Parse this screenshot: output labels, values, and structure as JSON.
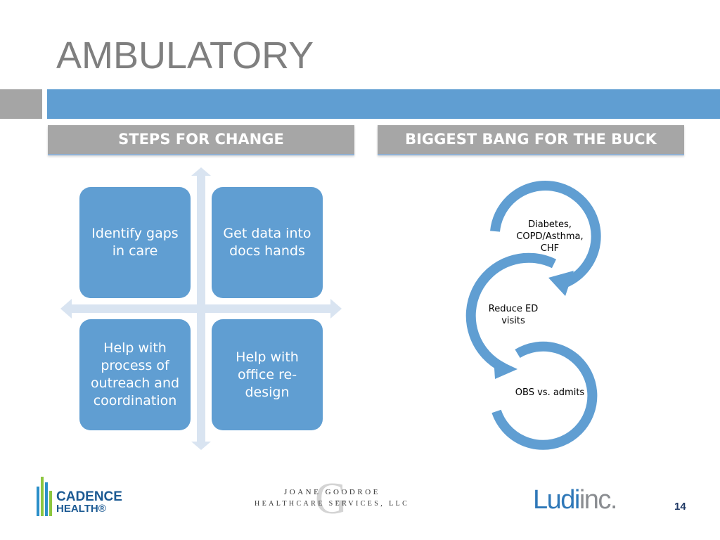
{
  "slide": {
    "title": "AMBULATORY",
    "page_number": "14"
  },
  "left_panel": {
    "header": "STEPS FOR CHANGE",
    "tiles": [
      {
        "text": "Identify gaps in care"
      },
      {
        "text": "Get data into docs hands"
      },
      {
        "text": "Help with process of outreach and coordination"
      },
      {
        "text": "Help with office re-design"
      }
    ]
  },
  "right_panel": {
    "header": "BIGGEST BANG FOR THE BUCK",
    "cycle_items": [
      {
        "text": "Diabetes, COPD/Asthma, CHF"
      },
      {
        "text": "Reduce ED visits"
      },
      {
        "text": "OBS vs. admits"
      }
    ]
  },
  "logos": {
    "cadence": {
      "line1": "CADENCE",
      "line2": "HEALTH®"
    },
    "joane": {
      "monogram": "G",
      "line1": "JOANE GOODROE",
      "line2": "HEALTHCARE SERVICES, LLC"
    },
    "ludi": {
      "main": "Ludi",
      "suffix": "inc."
    }
  },
  "colors": {
    "accent_blue": "#609ed2",
    "gray": "#a6a6a6",
    "light_blue": "#d9e4f1",
    "title_gray": "#7f7f7f"
  }
}
